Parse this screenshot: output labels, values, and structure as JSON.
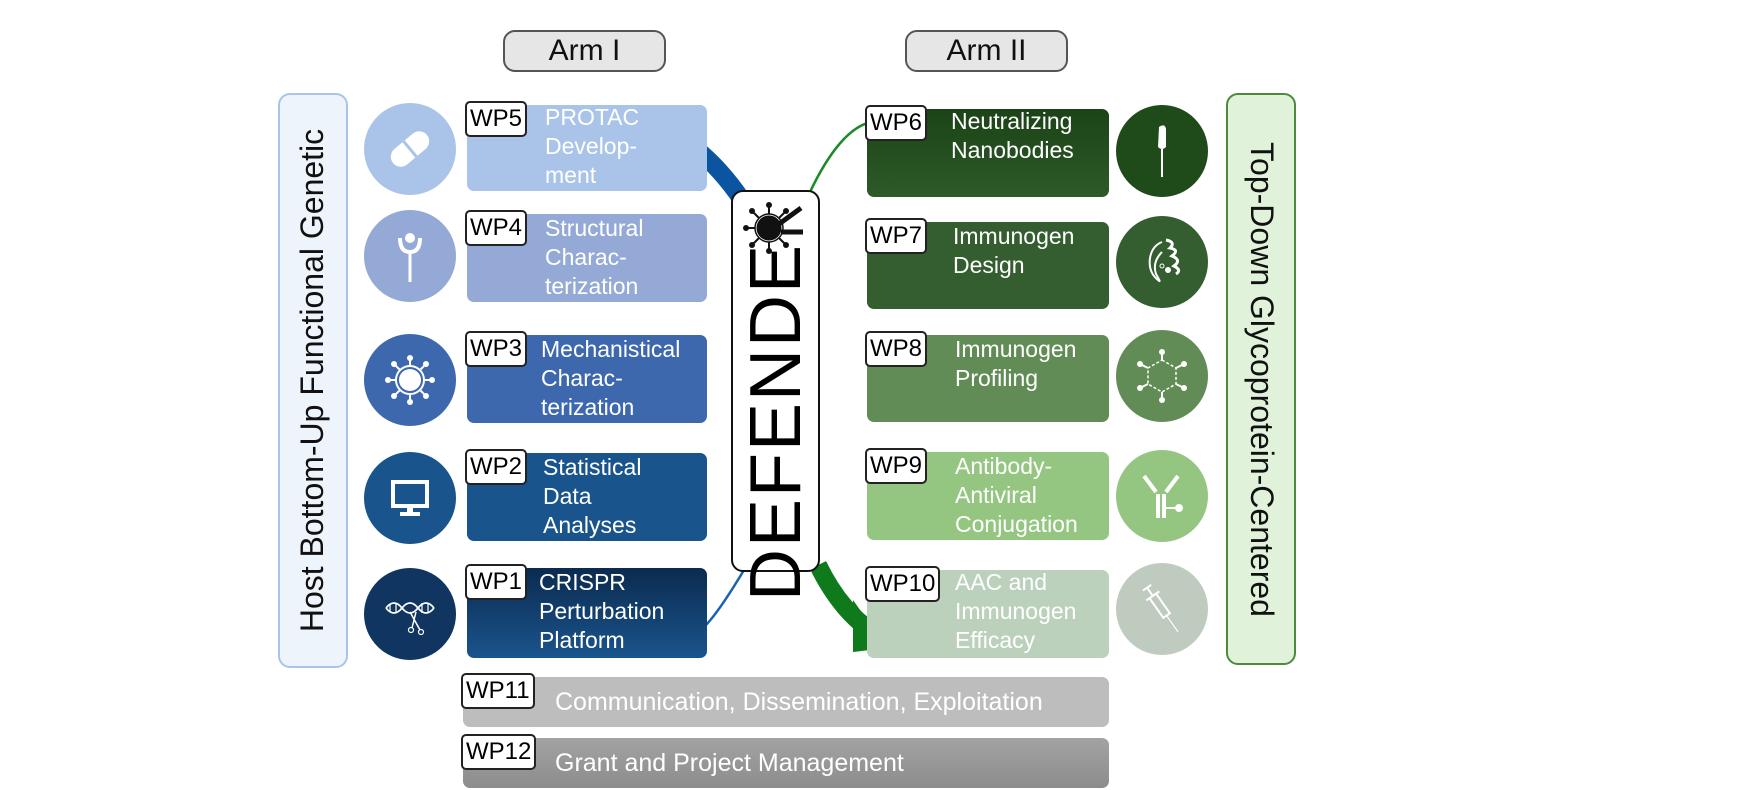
{
  "arms": {
    "arm1": "Arm I",
    "arm2": "Arm II"
  },
  "side_labels": {
    "left": "Host Bottom-Up Functional Genetic",
    "right": "Top-Down Glycoprotein-Centered"
  },
  "center": {
    "title": "DEFENDE",
    "icon": "virus-laser-icon"
  },
  "arm1_packages": [
    {
      "id": "WP5",
      "lines": [
        "PROTAC",
        "Develop-",
        "ment"
      ],
      "color": "#a9c4e8",
      "icon": "pill-icon",
      "circle_color": "#a9c4e8"
    },
    {
      "id": "WP4",
      "lines": [
        "Structural",
        "Charac-",
        "terization"
      ],
      "color": "#94a9d5",
      "icon": "protein-structure-icon",
      "circle_color": "#94a9d5"
    },
    {
      "id": "WP3",
      "lines": [
        "Mechanistical",
        "Charac-",
        "terization"
      ],
      "color": "#3d68ae",
      "icon": "virus-icon",
      "circle_color": "#3d68ae"
    },
    {
      "id": "WP2",
      "lines": [
        "Statistical",
        "Data",
        "Analyses"
      ],
      "color": "#1a548d",
      "icon": "monitor-icon",
      "circle_color": "#1a548d"
    },
    {
      "id": "WP1",
      "lines": [
        "CRISPR",
        "Perturbation",
        "Platform"
      ],
      "color": "#0f3a66",
      "icon": "dna-scissors-icon",
      "circle_color": "#0f3560"
    }
  ],
  "arm2_packages": [
    {
      "id": "WP6",
      "lines": [
        "Neutralizing",
        "Nanobodies"
      ],
      "color": "#1f4d1a",
      "icon": "nanobody-icon",
      "circle_color": "#1f4a1a"
    },
    {
      "id": "WP7",
      "lines": [
        "Immunogen",
        "Design"
      ],
      "color": "#345e30",
      "icon": "protein-fold-icon",
      "circle_color": "#345e30"
    },
    {
      "id": "WP8",
      "lines": [
        "Immunogen",
        "Profiling"
      ],
      "color": "#628c55",
      "icon": "glycan-ring-icon",
      "circle_color": "#628c55"
    },
    {
      "id": "WP9",
      "lines": [
        "Antibody-",
        "Antiviral",
        "Conjugation"
      ],
      "color": "#94c682",
      "icon": "antibody-conjugate-icon",
      "circle_color": "#94c682"
    },
    {
      "id": "WP10",
      "lines": [
        "AAC and",
        "Immunogen",
        "Efficacy"
      ],
      "color": "#bcd1bb",
      "icon": "syringe-icon",
      "circle_color": "#c0cbbf"
    }
  ],
  "cross_packages": [
    {
      "id": "WP11",
      "text": "Communication, Dissemination, Exploitation",
      "color": "#bdbdbd"
    },
    {
      "id": "WP12",
      "text": "Grant and Project Management",
      "color": "#9a9a9a"
    }
  ],
  "colors": {
    "arm1_arrow": "#0b55a0",
    "arm2_arrow": "#0e7a1c"
  }
}
